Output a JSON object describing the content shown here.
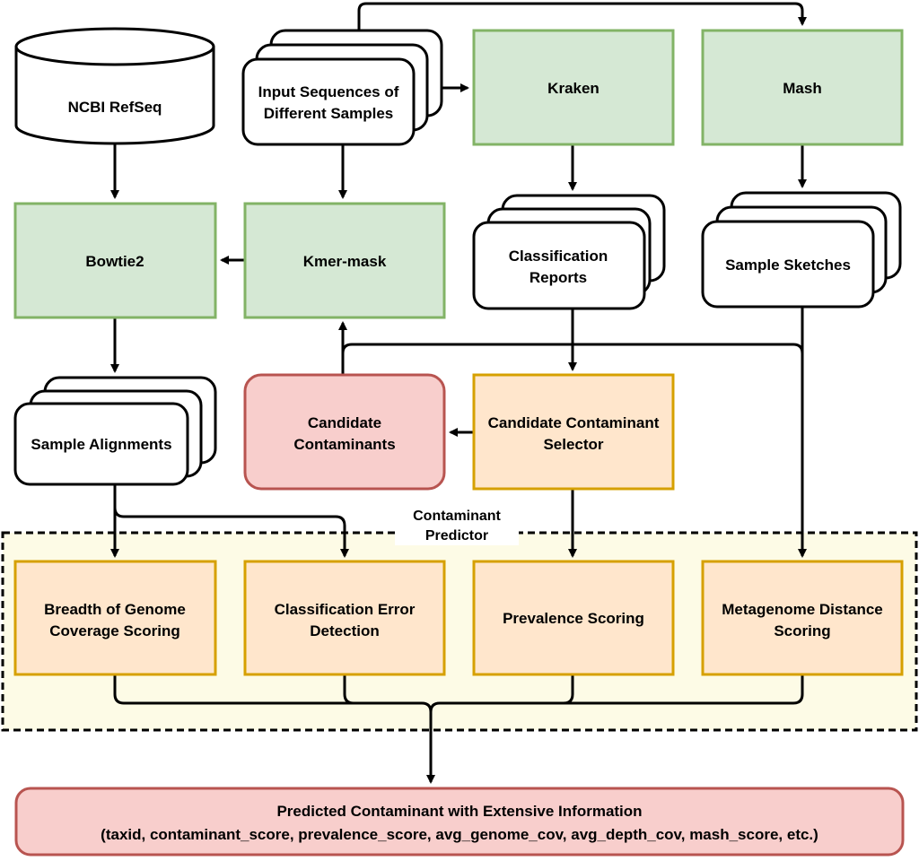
{
  "colors": {
    "green_fill": "#d5e8d4",
    "green_stroke": "#82b366",
    "orange_fill": "#ffe6cc",
    "orange_stroke": "#d6a000",
    "red_fill": "#f8cecc",
    "red_stroke": "#b85450",
    "region_fill": "#fdfbe6",
    "line": "#000000"
  },
  "nodes": {
    "ncbi": {
      "line1": "NCBI RefSeq"
    },
    "input": {
      "line1": "Input Sequences of",
      "line2": "Different Samples"
    },
    "kraken": {
      "line1": "Kraken"
    },
    "mash": {
      "line1": "Mash"
    },
    "bowtie2": {
      "line1": "Bowtie2"
    },
    "kmer": {
      "line1": "Kmer-mask"
    },
    "reports": {
      "line1": "Classification",
      "line2": "Reports"
    },
    "sketches": {
      "line1": "Sample Sketches"
    },
    "alignments": {
      "line1": "Sample Alignments"
    },
    "candidates": {
      "line1": "Candidate",
      "line2": "Contaminants"
    },
    "selector": {
      "line1": "Candidate Contaminant",
      "line2": "Selector"
    },
    "breadth": {
      "line1": "Breadth of Genome",
      "line2": "Coverage Scoring"
    },
    "classerr": {
      "line1": "Classification Error",
      "line2": "Detection"
    },
    "prevalence": {
      "line1": "Prevalence Scoring"
    },
    "metagenome": {
      "line1": "Metagenome Distance",
      "line2": "Scoring"
    },
    "predicted": {
      "line1": "Predicted Contaminant with Extensive Information",
      "line2": "(taxid, contaminant_score, prevalence_score, avg_genome_cov, avg_depth_cov, mash_score, etc.)"
    }
  },
  "region": {
    "line1": "Contaminant",
    "line2": "Predictor"
  }
}
